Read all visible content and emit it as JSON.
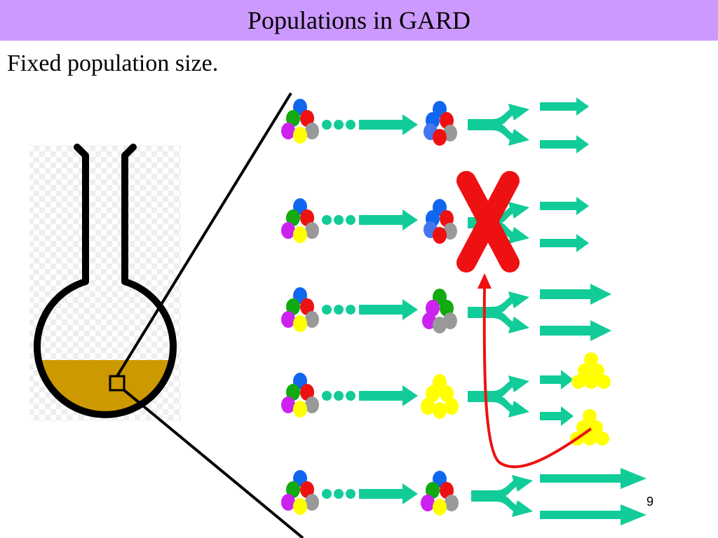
{
  "slide": {
    "title": "Populations in GARD",
    "subtitle": "Fixed population size.",
    "page_number": "9"
  },
  "colors": {
    "title_bar": "#cc99ff",
    "arrow": "#11cc99",
    "cross": "#ee1111",
    "liquid": "#cc9900",
    "molecule_blue": "#1166ee",
    "molecule_light_blue": "#4477ee",
    "molecule_green": "#11aa11",
    "molecule_red": "#ee1111",
    "molecule_purple": "#cc22ee",
    "molecule_yellow": "#ffff00",
    "molecule_gray": "#999999"
  },
  "rows": [
    {
      "parent": "mixed",
      "child": "mixed-red",
      "offspring": "arrows"
    },
    {
      "parent": "mixed",
      "child": "mixed-red",
      "offspring": "arrows",
      "eliminated": true
    },
    {
      "parent": "mixed",
      "child": "mixed-green",
      "offspring": "arrows"
    },
    {
      "parent": "mixed",
      "child": "yellow",
      "offspring": "yellow-clusters"
    },
    {
      "parent": "mixed",
      "child": "mixed",
      "offspring": "arrows"
    }
  ]
}
